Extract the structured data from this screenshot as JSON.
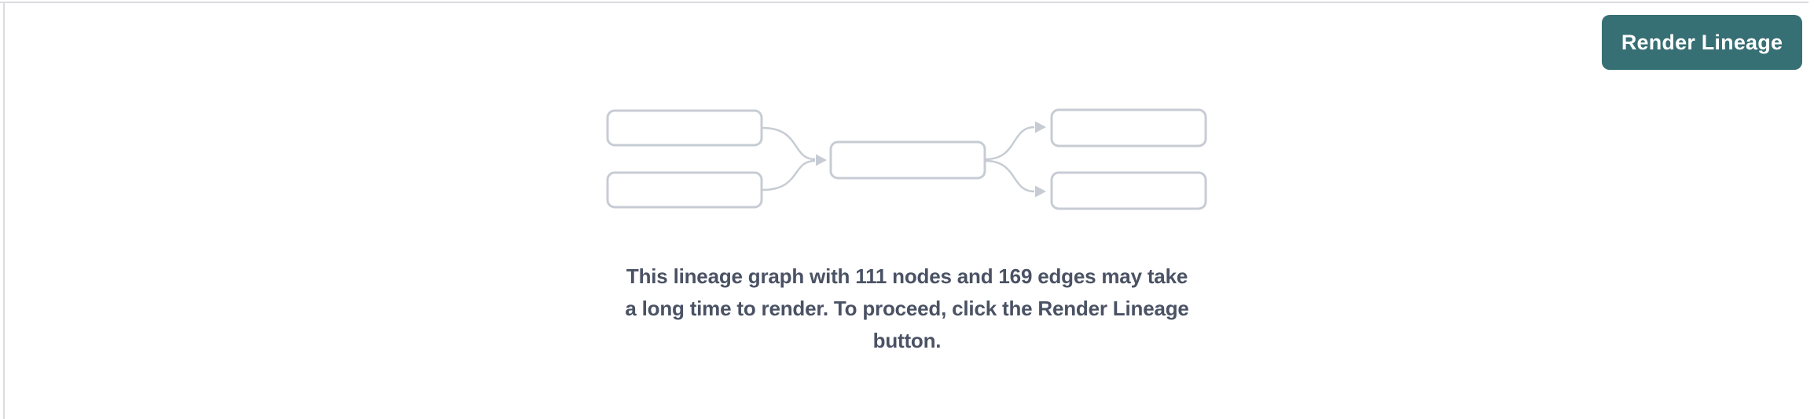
{
  "colors": {
    "page-bg": "#ffffff",
    "accent-teal": "#366f74",
    "button-text": "#ffffff",
    "caption-text": "#4a5264",
    "diagram-gray": "#c7ccd4",
    "panel-border": "#dbdcdf"
  },
  "toolbar": {
    "render_button_label": "Render Lineage"
  },
  "empty_state": {
    "message": "This lineage graph with 111 nodes and 169 edges may take a long time to render. To proceed, click the Render Lineage button.",
    "lines": [
      "This lineage graph with 111 nodes and 169 edges may take",
      "a long time to render. To proceed, click the Render Lineage",
      "button."
    ],
    "node_count": "111",
    "edge_count": "169"
  },
  "diagram": {
    "name": "lineage-graph-placeholder-illustration"
  }
}
